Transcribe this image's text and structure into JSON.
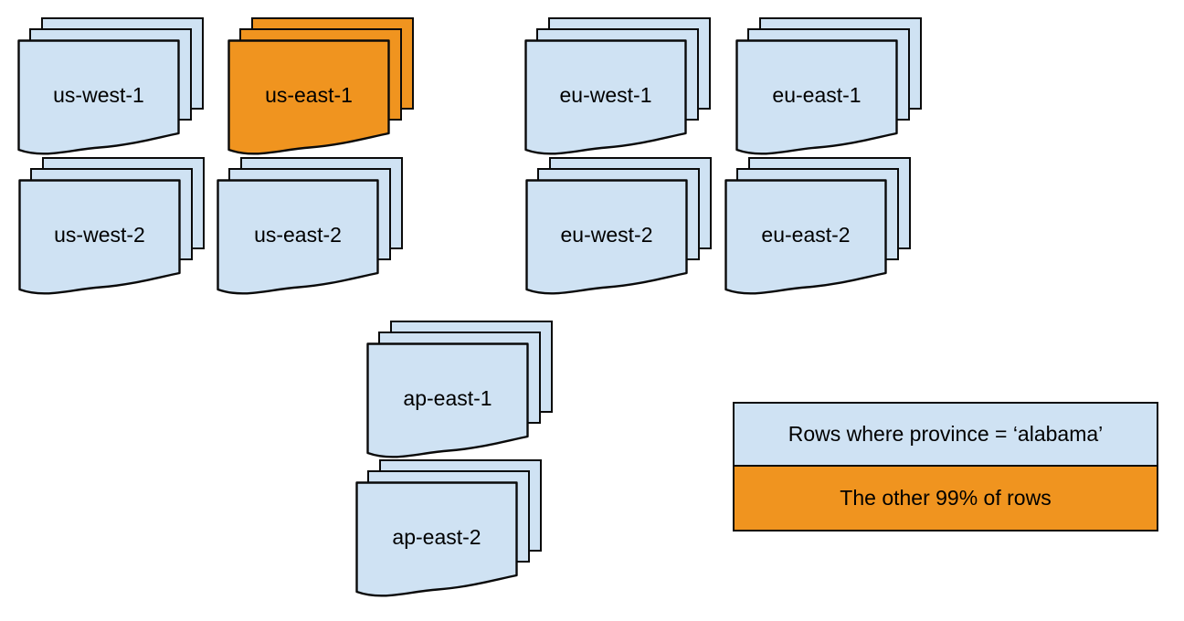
{
  "diagram": {
    "colors": {
      "page_blue": "#cfe2f3",
      "page_orange": "#f0941f",
      "outline": "#0a0a0a",
      "background": "#ffffff",
      "text": "#000000"
    },
    "stacks": [
      {
        "label": "us-west-1",
        "variant": "blue"
      },
      {
        "label": "us-east-1",
        "variant": "orange"
      },
      {
        "label": "eu-west-1",
        "variant": "blue"
      },
      {
        "label": "eu-east-1",
        "variant": "blue"
      },
      {
        "label": "us-west-2",
        "variant": "blue"
      },
      {
        "label": "us-east-2",
        "variant": "blue"
      },
      {
        "label": "eu-west-2",
        "variant": "blue"
      },
      {
        "label": "eu-east-2",
        "variant": "blue"
      },
      {
        "label": "ap-east-1",
        "variant": "blue"
      },
      {
        "label": "ap-east-2",
        "variant": "blue"
      }
    ],
    "legend": {
      "items": [
        {
          "label": "Rows where province = ‘alabama’",
          "variant": "blue"
        },
        {
          "label": "The other 99% of rows",
          "variant": "orange"
        }
      ]
    }
  }
}
